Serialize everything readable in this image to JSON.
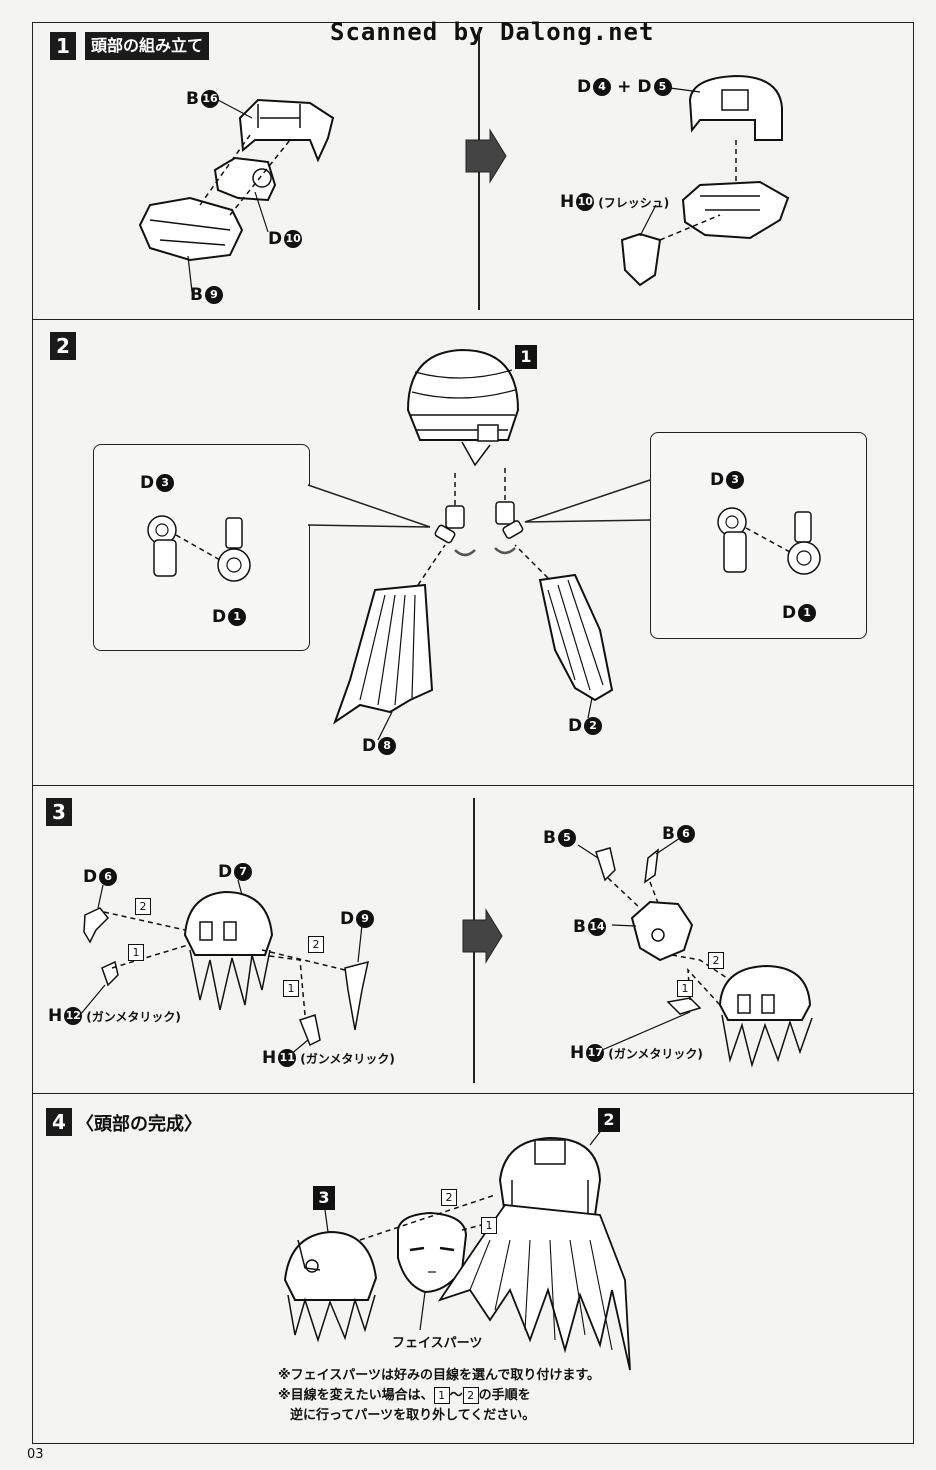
{
  "watermark": "Scanned by Dalong.net",
  "page_number": "03",
  "step1": {
    "num": "1",
    "title": "頭部の組み立て",
    "labels": {
      "b16": {
        "letter": "B",
        "num": "16"
      },
      "d10": {
        "letter": "D",
        "num": "10"
      },
      "b9": {
        "letter": "B",
        "num": "9"
      },
      "d4": {
        "letter": "D",
        "num": "4"
      },
      "plus": "+",
      "d5": {
        "letter": "D",
        "num": "5"
      },
      "h10": {
        "letter": "H",
        "num": "10",
        "note": "(フレッシュ)"
      }
    }
  },
  "step2": {
    "num": "2",
    "badge": "1",
    "labels": {
      "left_d3": {
        "letter": "D",
        "num": "3"
      },
      "left_d1": {
        "letter": "D",
        "num": "1"
      },
      "right_d3": {
        "letter": "D",
        "num": "3"
      },
      "right_d1": {
        "letter": "D",
        "num": "1"
      },
      "d8": {
        "letter": "D",
        "num": "8"
      },
      "d2": {
        "letter": "D",
        "num": "2"
      }
    }
  },
  "step3": {
    "num": "3",
    "labels": {
      "d6": {
        "letter": "D",
        "num": "6"
      },
      "d7": {
        "letter": "D",
        "num": "7"
      },
      "d9": {
        "letter": "D",
        "num": "9"
      },
      "h12": {
        "letter": "H",
        "num": "12",
        "note": "(ガンメタリック)"
      },
      "h11": {
        "letter": "H",
        "num": "11",
        "note": "(ガンメタリック)"
      },
      "b5": {
        "letter": "B",
        "num": "5"
      },
      "b6": {
        "letter": "B",
        "num": "6"
      },
      "b14": {
        "letter": "B",
        "num": "14"
      },
      "h17": {
        "letter": "H",
        "num": "17",
        "note": "(ガンメタリック)"
      }
    },
    "order": {
      "one": "1",
      "two": "2"
    }
  },
  "step4": {
    "num": "4",
    "title": "〈頭部の完成〉",
    "badge3": "3",
    "badge2": "2",
    "face_label": "フェイスパーツ",
    "notes": [
      "※フェイスパーツは好みの目線を選んで取り付けます。",
      "※目線を変えたい場合は、",
      "～",
      "の手順を",
      "逆に行ってパーツを取り外してください。"
    ],
    "order": {
      "one": "1",
      "two": "2"
    }
  }
}
